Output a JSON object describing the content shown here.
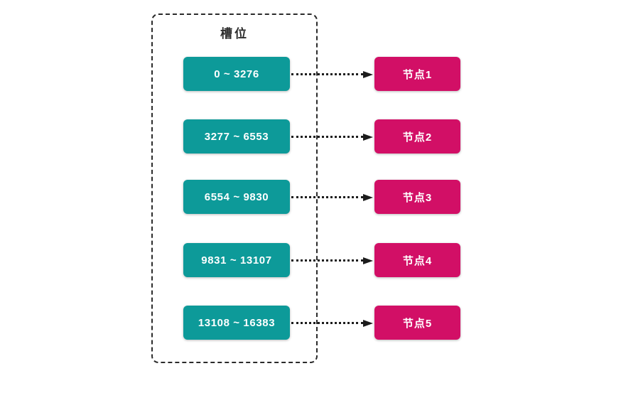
{
  "diagram": {
    "title": "槽位",
    "container_label": "slot-range-container",
    "colors": {
      "slot_fill": "#0d9a99",
      "node_fill": "#d20f66",
      "border_dash": "#2b2b2b",
      "connector": "#1c1c1c",
      "background": "#ffffff",
      "title_text": "#2d2d2d",
      "box_text": "#ffffff"
    },
    "rows": [
      {
        "slot": "0 ~ 3276",
        "node": "节点1",
        "arrow": "arrow-right-icon"
      },
      {
        "slot": "3277 ~ 6553",
        "node": "节点2",
        "arrow": "arrow-right-icon"
      },
      {
        "slot": "6554 ~ 9830",
        "node": "节点3",
        "arrow": "arrow-right-icon"
      },
      {
        "slot": "9831 ~ 13107",
        "node": "节点4",
        "arrow": "arrow-right-icon"
      },
      {
        "slot": "13108 ~ 16383",
        "node": "节点5",
        "arrow": "arrow-right-icon"
      }
    ]
  }
}
